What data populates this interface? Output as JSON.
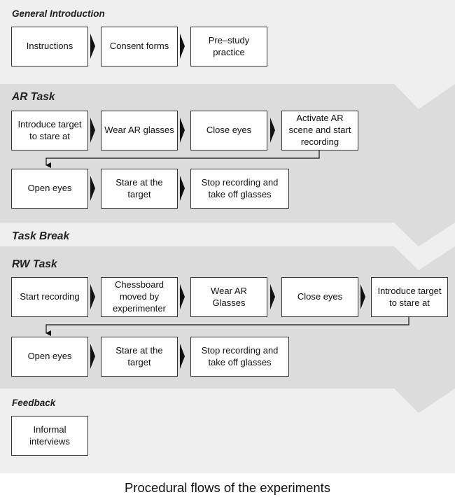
{
  "colors": {
    "band_light": "#efefef",
    "band_dark": "#dcdcdc",
    "box_fill": "#ffffff",
    "box_border": "#333333",
    "arrow": "#111111"
  },
  "sections": {
    "general": {
      "title": "General Introduction",
      "steps": [
        "Instructions",
        "Consent forms",
        "Pre–study practice"
      ]
    },
    "ar": {
      "title": "AR Task",
      "row1": [
        "Introduce target to stare at",
        "Wear AR glasses",
        "Close eyes",
        "Activate AR scene and start recording"
      ],
      "row2": [
        "Open eyes",
        "Stare at the target",
        "Stop recording and take off glasses"
      ]
    },
    "break": {
      "title": "Task Break"
    },
    "rw": {
      "title": "RW Task",
      "row1": [
        "Start recording",
        "Chessboard moved by experimenter",
        "Wear AR Glasses",
        "Close eyes",
        "Introduce target to stare at"
      ],
      "row2": [
        "Open eyes",
        "Stare at the target",
        "Stop recording and take off glasses"
      ]
    },
    "feedback": {
      "title": "Feedback",
      "steps": [
        "Informal interviews"
      ]
    }
  },
  "caption": "Procedural flows of the experiments"
}
